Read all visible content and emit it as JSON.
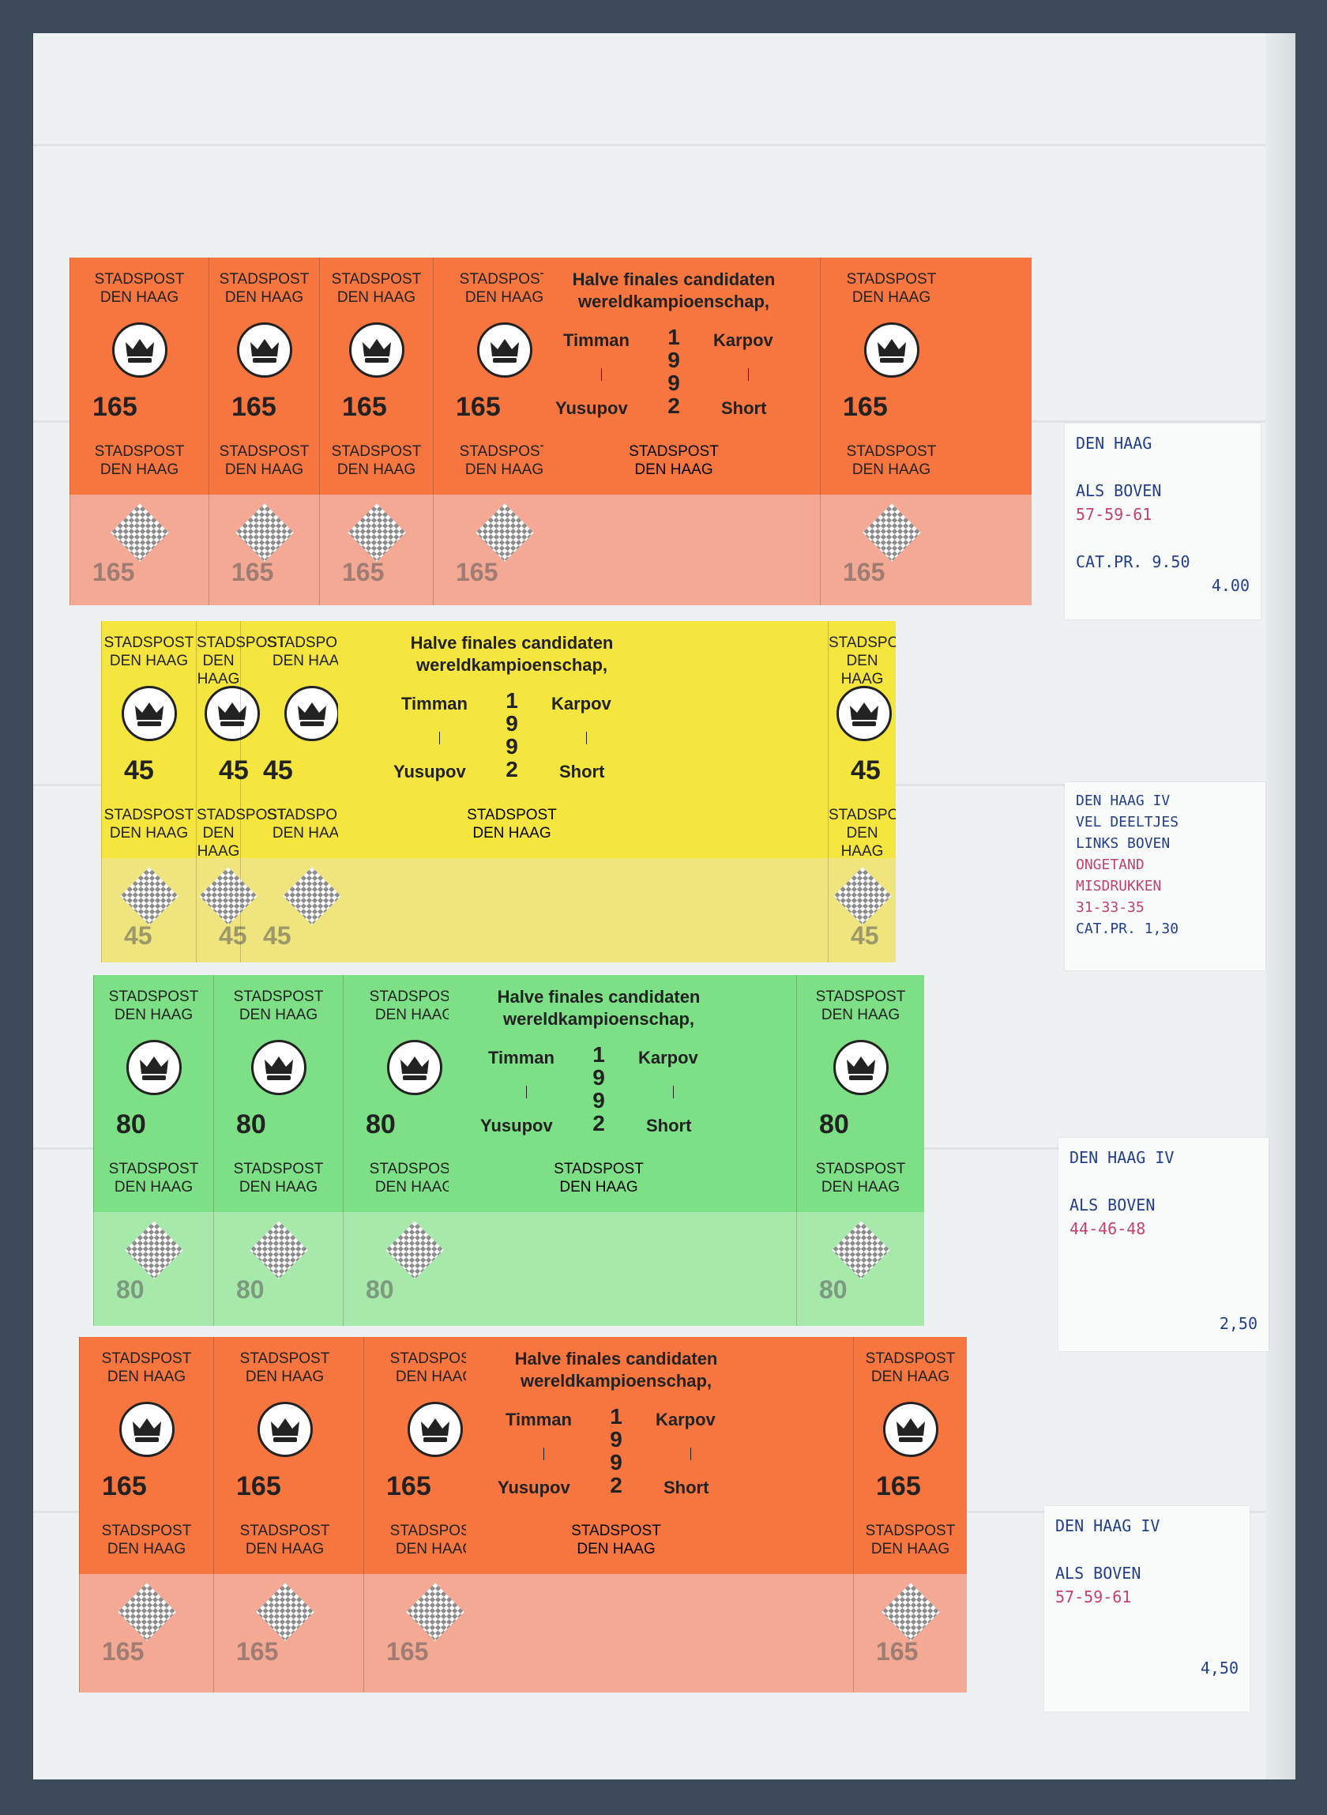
{
  "header": "STADSPOST",
  "city": "DEN HAAG",
  "title_line1": "Halve finales candidaten",
  "title_line2": "wereldkampioenschap,",
  "player_tl": "Timman",
  "player_tr": "Karpov",
  "player_bl": "Yusupov",
  "player_br": "Short",
  "year_digits": [
    "1",
    "9",
    "9",
    "2"
  ],
  "rows": [
    {
      "value": "165",
      "color": "#f7763f",
      "lower_color": "#f3a993"
    },
    {
      "value": "45",
      "color": "#f5e63f",
      "lower_color": "#efe47e"
    },
    {
      "value": "80",
      "color": "#7ee086",
      "lower_color": "#a6e9ab"
    },
    {
      "value": "165",
      "color": "#f7763f",
      "lower_color": "#f3a993"
    }
  ],
  "notes": [
    {
      "line1": "DEN HAAG",
      "line2": "ALS BOVEN",
      "line3": "57-59-61",
      "line4": "CAT.PR. 9.50",
      "price": "4.00"
    },
    {
      "line1": "DEN HAAG IV",
      "line2": "VEL DEELTJES",
      "line3": "LINKS BOVEN",
      "line4": "ONGETAND",
      "line5": "MISDRUKKEN",
      "line6": "31-33-35",
      "line7": "CAT.PR. 1,30"
    },
    {
      "line1": "DEN HAAG IV",
      "line2": "ALS BOVEN",
      "line3": "44-46-48",
      "price": "2,50"
    },
    {
      "line1": "DEN HAAG IV",
      "line2": "ALS BOVEN",
      "line3": "57-59-61",
      "price": "4,50"
    }
  ]
}
